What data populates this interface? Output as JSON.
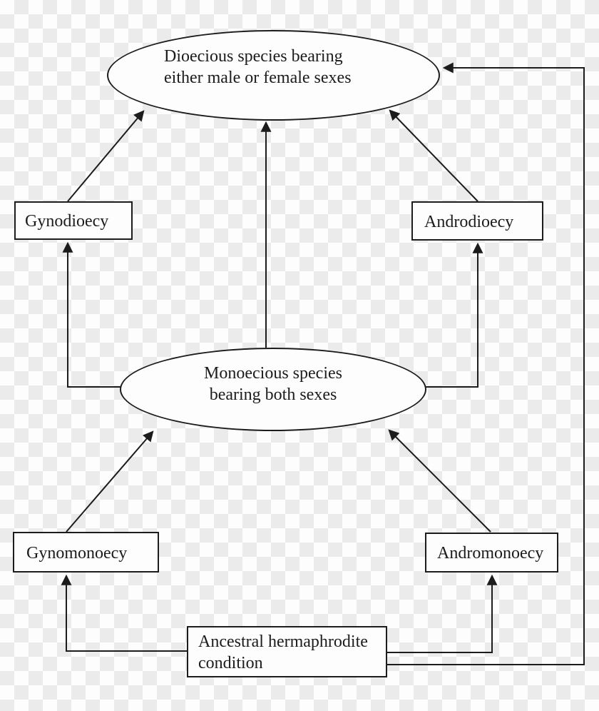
{
  "diagram": {
    "nodes": {
      "dioecious": {
        "line1": "Dioecious species bearing",
        "line2": "either male or female sexes",
        "shape": "ellipse"
      },
      "monoecious": {
        "line1": "Monoecious species",
        "line2": "bearing both sexes",
        "shape": "ellipse"
      },
      "gynodioecy": {
        "label": "Gynodioecy",
        "shape": "rect"
      },
      "androdioecy": {
        "label": "Androdioecy",
        "shape": "rect"
      },
      "gynomonoecy": {
        "label": "Gynomonoecy",
        "shape": "rect"
      },
      "andromonoecy": {
        "label": "Andromonoecy",
        "shape": "rect"
      },
      "ancestral": {
        "line1": "Ancestral hermaphrodite",
        "line2": "condition",
        "shape": "rect"
      }
    },
    "edges": [
      {
        "from": "gynodioecy",
        "to": "dioecious"
      },
      {
        "from": "monoecious",
        "to": "dioecious"
      },
      {
        "from": "androdioecy",
        "to": "dioecious"
      },
      {
        "from": "monoecious",
        "to": "gynodioecy"
      },
      {
        "from": "monoecious",
        "to": "androdioecy"
      },
      {
        "from": "gynomonoecy",
        "to": "monoecious"
      },
      {
        "from": "andromonoecy",
        "to": "monoecious"
      },
      {
        "from": "ancestral",
        "to": "gynomonoecy"
      },
      {
        "from": "ancestral",
        "to": "andromonoecy"
      },
      {
        "from": "ancestral",
        "to": "dioecious"
      }
    ],
    "colors": {
      "line": "#1c1c1c",
      "node_fill": "#fdfdfd",
      "checker_light": "#fdfdfd",
      "checker_dark": "#ebebeb"
    }
  }
}
